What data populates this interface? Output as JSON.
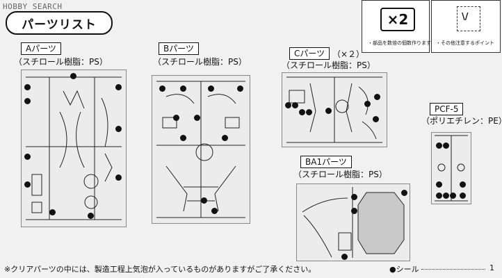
{
  "watermark": "HOBBY SEARCH",
  "title": "パーツリスト",
  "legend": {
    "multiplier": "×2",
    "multiplier_note": "・部品を数倍の個数作ります",
    "point_mark": "\\/",
    "point_note": "・その他注意するポイント"
  },
  "parts": {
    "a": {
      "label": "Aパーツ",
      "material": "（スチロール樹脂：PS）"
    },
    "b": {
      "label": "Bパーツ",
      "material": "（スチロール樹脂：PS）"
    },
    "c": {
      "label": "Cパーツ",
      "qty": "（×２）",
      "material": "（スチロール樹脂：PS）"
    },
    "ba1": {
      "label": "BA1パーツ",
      "material": "（スチロール樹脂：PS）"
    },
    "pcf5": {
      "label": "PCF-5",
      "material": "（ポリエチレン：PE）"
    }
  },
  "footer": {
    "note": "※クリアパーツの中には、製造工程上気泡が入っているものがありますがご了承ください。",
    "seal_label": "●シール",
    "seal_count": "1"
  }
}
